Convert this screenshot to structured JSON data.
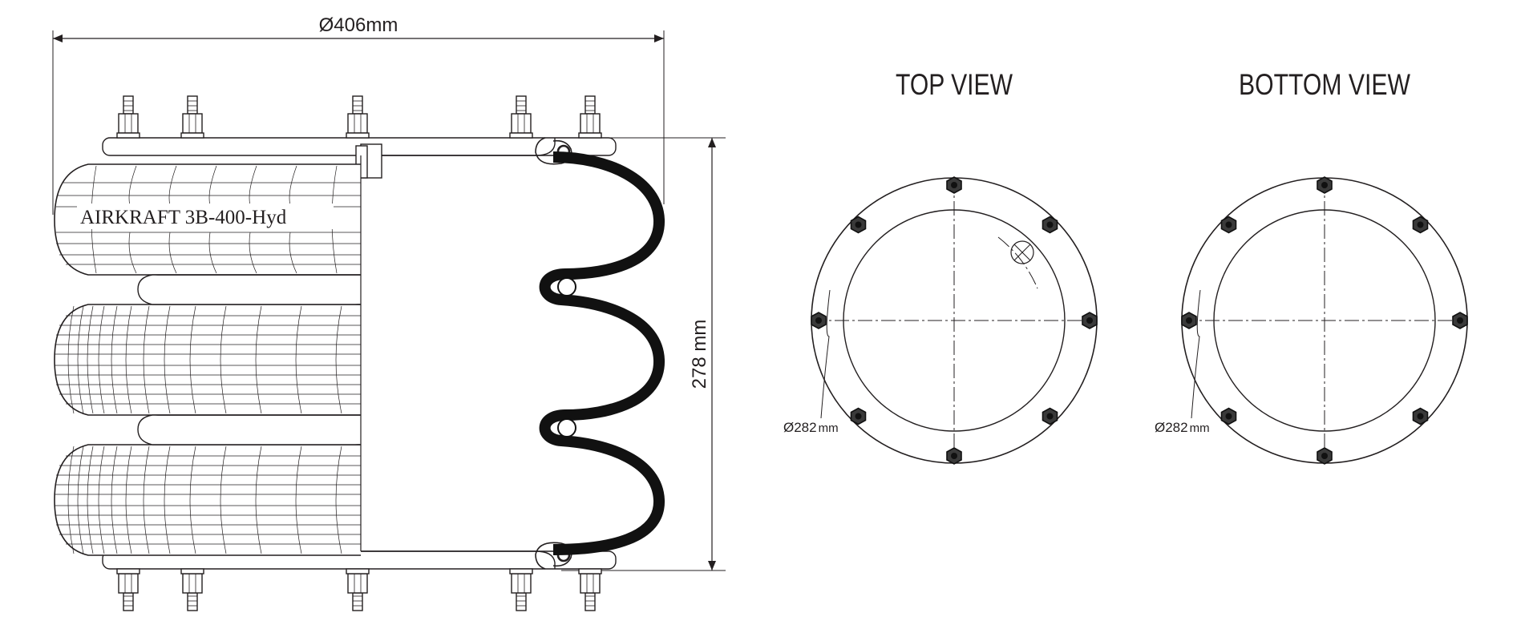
{
  "dimensions": {
    "diameter": "Ø406mm",
    "height": "278 mm"
  },
  "product_label": "AIRKRAFT 3B-400-Hyd",
  "views": {
    "top": {
      "title": "TOP VIEW",
      "bolt_circle": "Ø282",
      "unit": "mm",
      "bolt_count": 8,
      "has_air_inlet": true
    },
    "bottom": {
      "title": "BOTTOM VIEW",
      "bolt_circle": "Ø282",
      "unit": "mm",
      "bolt_count": 8,
      "has_air_inlet": false
    }
  },
  "colors": {
    "line": "#231f20",
    "bellows": "#111111"
  }
}
